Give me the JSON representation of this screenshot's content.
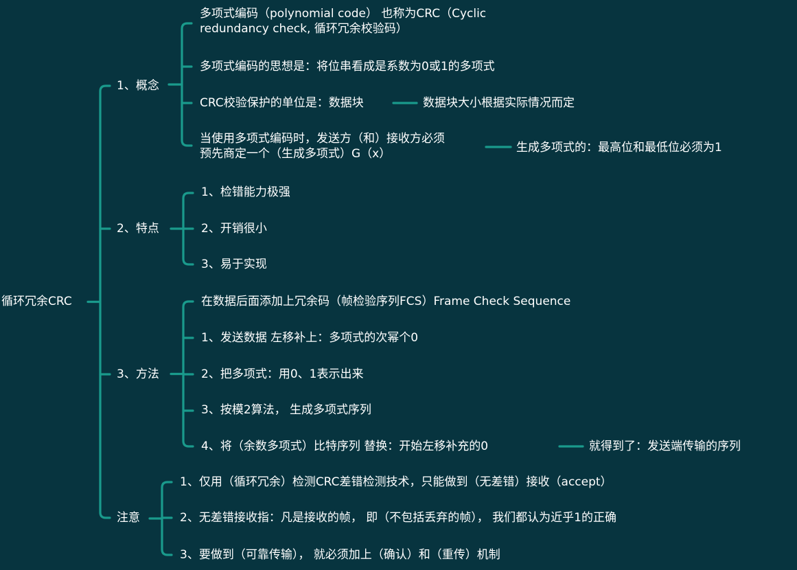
{
  "mindmap": {
    "root": "循环冗余CRC",
    "branches": [
      {
        "label": "1、概念",
        "children": [
          {
            "lines": [
              "多项式编码（polynomial code） 也称为CRC（Cyclic",
              "redundancy check, 循环冗余校验码）"
            ]
          },
          {
            "lines": [
              "多项式编码的思想是：将位串看成是系数为0或1的多项式"
            ]
          },
          {
            "lines": [
              "CRC校验保护的单位是：数据块"
            ],
            "note": "数据块大小根据实际情况而定"
          },
          {
            "lines": [
              "当使用多项式编码时，发送方（和）接收方必须",
              "预先商定一个（生成多项式）G（x）"
            ],
            "note": "生成多项式的：最高位和最低位必须为1"
          }
        ]
      },
      {
        "label": "2、特点",
        "children": [
          {
            "lines": [
              "1、检错能力极强"
            ]
          },
          {
            "lines": [
              "2、开销很小"
            ]
          },
          {
            "lines": [
              "3、易于实现"
            ]
          }
        ]
      },
      {
        "label": "3、方法",
        "children": [
          {
            "lines": [
              "在数据后面添加上冗余码（帧检验序列FCS）Frame Check Sequence"
            ]
          },
          {
            "lines": [
              "1、发送数据 左移补上：多项式的次幂个0"
            ]
          },
          {
            "lines": [
              "2、把多项式：用0、1表示出来"
            ]
          },
          {
            "lines": [
              "3、按模2算法， 生成多项式序列"
            ]
          },
          {
            "lines": [
              "4、将（余数多项式）比特序列 替换：开始左移补充的0"
            ],
            "note": "就得到了：发送端传输的序列"
          }
        ]
      },
      {
        "label": "注意",
        "children": [
          {
            "lines": [
              "1、仅用（循环冗余）检测CRC差错检测技术，只能做到（无差错）接收（accept）"
            ]
          },
          {
            "lines": [
              "2、无差错接收指：凡是接收的帧， 即（不包括丢弃的帧）， 我们都认为近乎1的正确"
            ]
          },
          {
            "lines": [
              "3、要做到（可靠传输）， 就必须加上（确认）和（重传）机制"
            ]
          }
        ]
      }
    ]
  },
  "colors": {
    "background": "#07343f",
    "connector": "#1a9a8c",
    "text": "#ffffff"
  }
}
